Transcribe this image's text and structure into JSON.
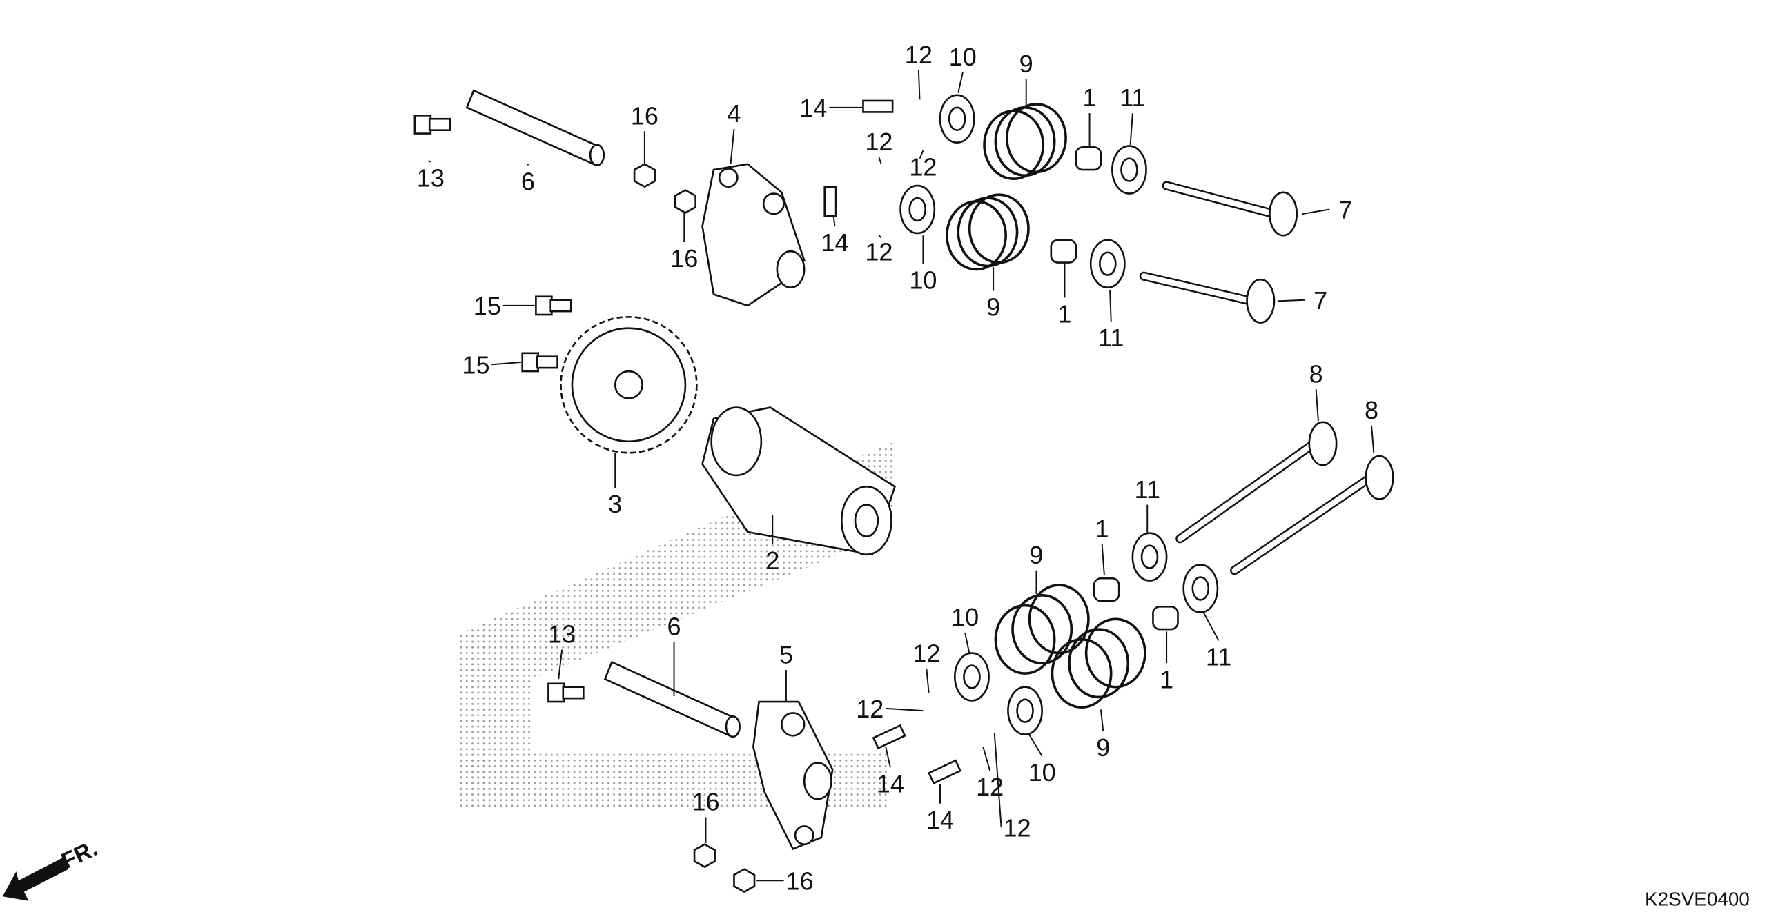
{
  "diagram": {
    "code": "K2SVE0400",
    "direction_marker": "FR.",
    "callouts": [
      "13",
      "6",
      "16",
      "4",
      "16",
      "14",
      "12",
      "10",
      "9",
      "1",
      "11",
      "12",
      "12",
      "14",
      "12",
      "10",
      "9",
      "1",
      "11",
      "7",
      "7",
      "15",
      "15",
      "3",
      "2",
      "8",
      "8",
      "11",
      "1",
      "9",
      "10",
      "13",
      "6",
      "12",
      "5",
      "11",
      "1",
      "12",
      "14",
      "9",
      "10",
      "12",
      "14",
      "12",
      "16",
      "16"
    ]
  }
}
